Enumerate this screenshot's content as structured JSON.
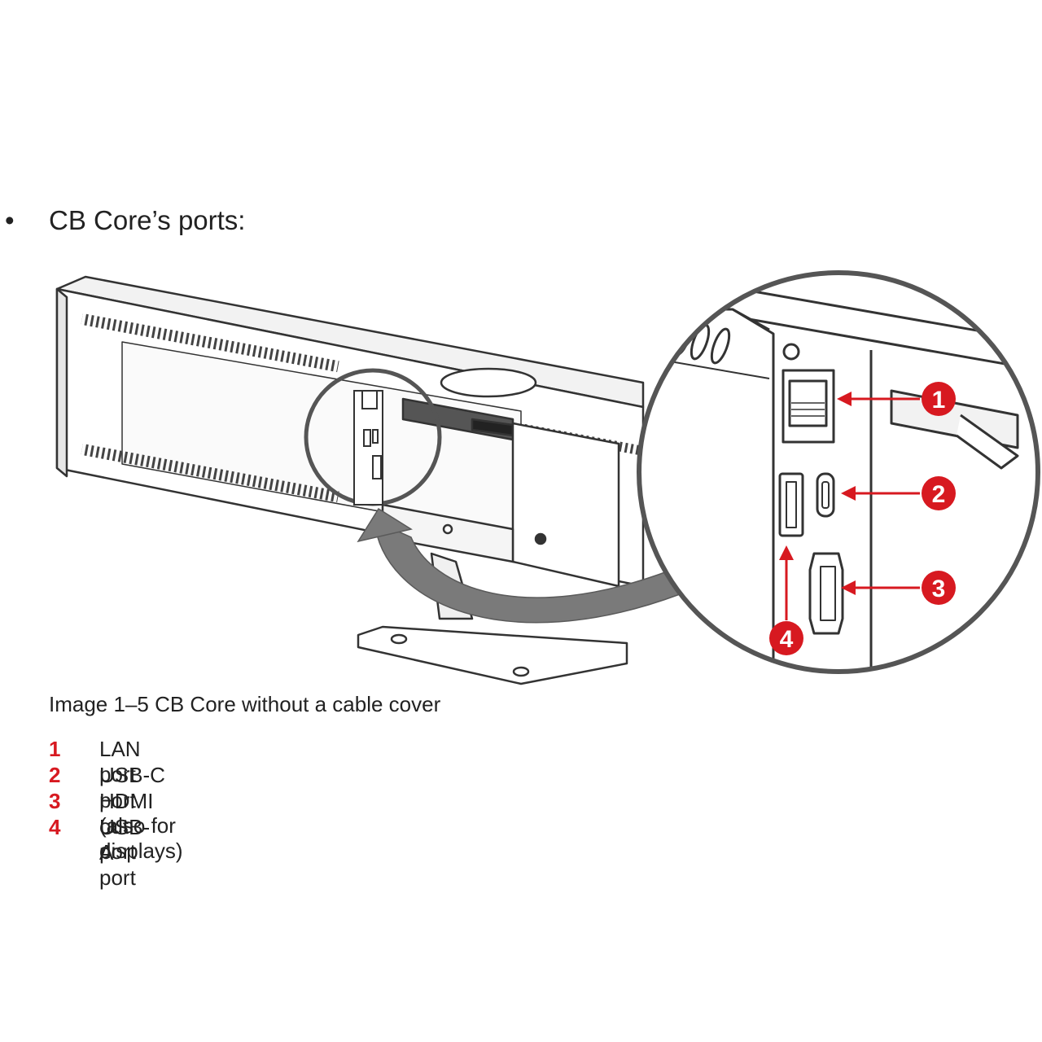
{
  "heading": {
    "bullet": "•",
    "text": "CB Core’s ports:"
  },
  "figure": {
    "caption": "Image 1–5  CB Core without a cable cover",
    "callouts": [
      "1",
      "2",
      "3",
      "4"
    ],
    "accent_color": "#d71920"
  },
  "legend": [
    {
      "number": "1",
      "label": "LAN port"
    },
    {
      "number": "2",
      "label": "USB-C port (also for displays)"
    },
    {
      "number": "3",
      "label": "HDMI out port"
    },
    {
      "number": "4",
      "label": "USB-A port"
    }
  ]
}
